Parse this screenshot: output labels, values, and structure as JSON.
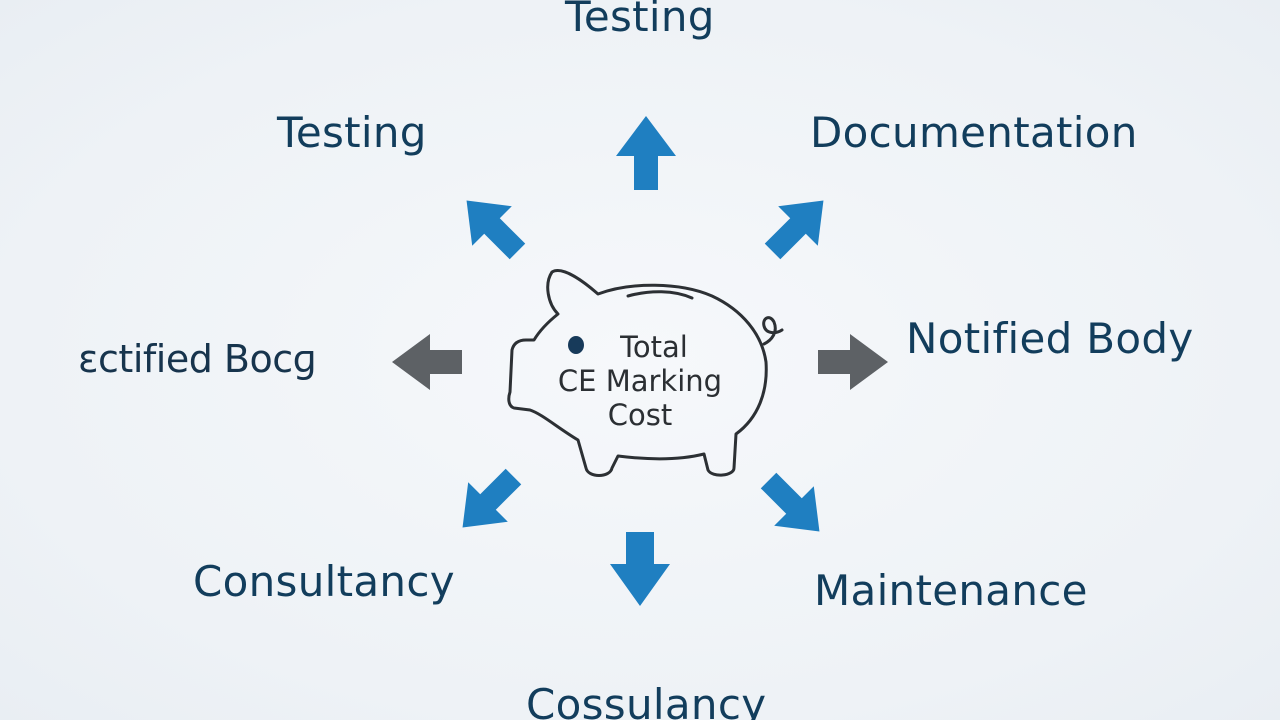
{
  "diagram": {
    "center": {
      "line1": "Total",
      "line2": "CE Marking",
      "line3": "Cost",
      "icon": "piggy-bank-icon"
    },
    "nodes": {
      "top": "Testing",
      "top_left": "Testing",
      "top_right": "Documentation",
      "left": "ɛctified Bocɡ",
      "right": "Notified Body",
      "bottom_left": "Consultancy",
      "bottom_right": "Maintenance",
      "bottom": "Cossulancy"
    },
    "colors": {
      "background": "#eef2f6",
      "label_text": "#123d5c",
      "arrow_blue": "#1f7fc1",
      "arrow_gray": "#5d6165",
      "pig_outline": "#2c3034"
    }
  }
}
